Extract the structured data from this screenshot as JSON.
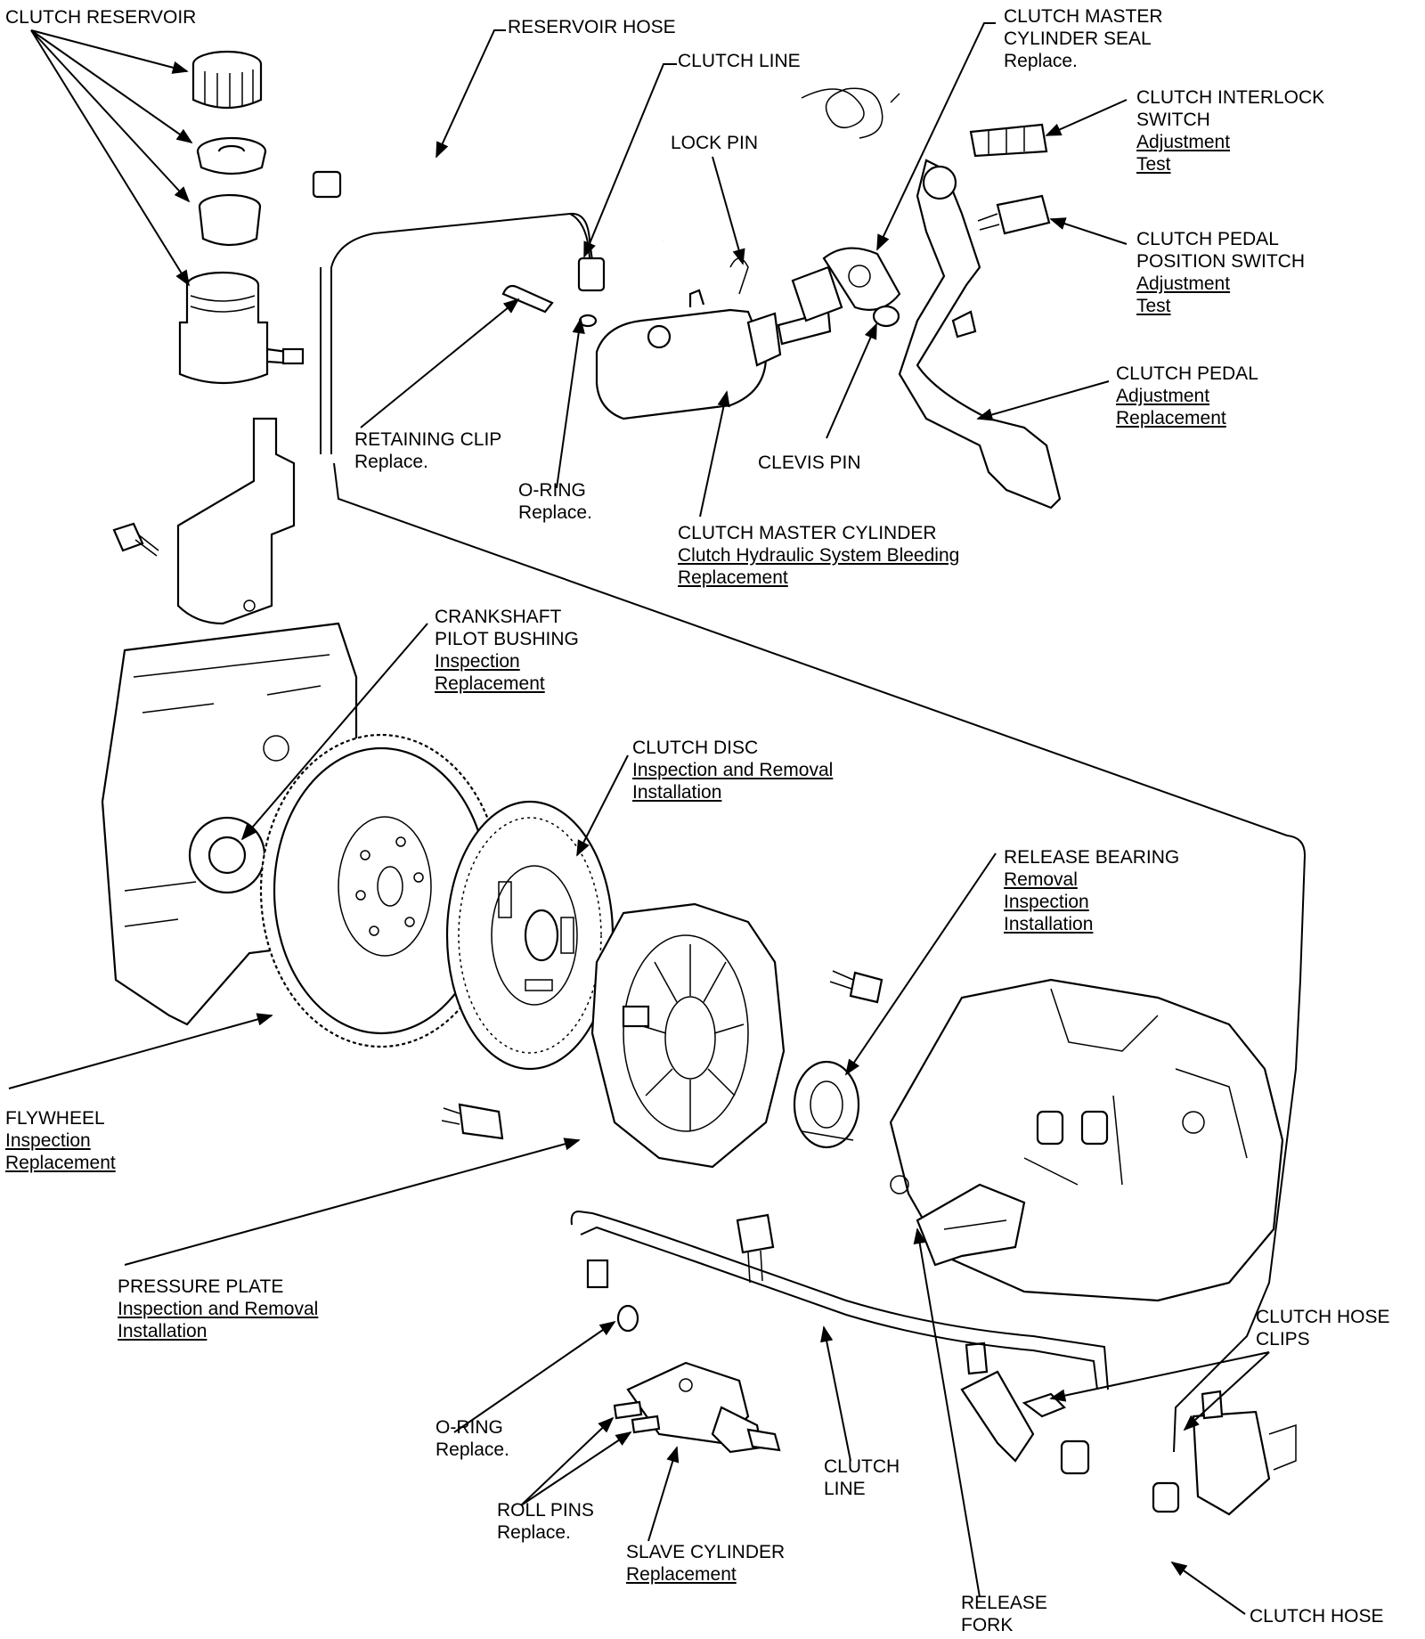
{
  "labels": {
    "clutch_reservoir": {
      "lines": [
        "CLUTCH RESERVOIR"
      ]
    },
    "reservoir_hose": {
      "lines": [
        "RESERVOIR HOSE"
      ]
    },
    "clutch_line_top": {
      "lines": [
        "CLUTCH LINE"
      ]
    },
    "lock_pin": {
      "lines": [
        "LOCK PIN"
      ]
    },
    "master_cyl_seal": {
      "lines": [
        "CLUTCH MASTER",
        "CYLINDER SEAL",
        "Replace."
      ]
    },
    "interlock_switch": {
      "lines": [
        "CLUTCH INTERLOCK",
        "SWITCH"
      ],
      "links": [
        "Adjustment",
        "Test"
      ]
    },
    "pedal_position_switch": {
      "lines": [
        "CLUTCH PEDAL",
        "POSITION SWITCH"
      ],
      "links": [
        "Adjustment",
        "Test"
      ]
    },
    "clutch_pedal": {
      "lines": [
        "CLUTCH PEDAL"
      ],
      "links": [
        "Adjustment",
        "Replacement"
      ]
    },
    "retaining_clip": {
      "lines": [
        "RETAINING CLIP",
        "Replace."
      ]
    },
    "o_ring_top": {
      "lines": [
        "O-RING",
        "Replace."
      ]
    },
    "clevis_pin": {
      "lines": [
        "CLEVIS PIN"
      ]
    },
    "master_cylinder": {
      "lines": [
        "CLUTCH MASTER CYLINDER"
      ],
      "links": [
        "Clutch Hydraulic System Bleeding",
        "Replacement"
      ]
    },
    "pilot_bushing": {
      "lines": [
        "CRANKSHAFT",
        "PILOT BUSHING"
      ],
      "links": [
        "Inspection",
        "Replacement"
      ]
    },
    "clutch_disc": {
      "lines": [
        "CLUTCH DISC"
      ],
      "links": [
        "Inspection and Removal",
        "Installation"
      ]
    },
    "release_bearing": {
      "lines": [
        "RELEASE BEARING"
      ],
      "links": [
        "Removal",
        "Inspection",
        "Installation"
      ]
    },
    "flywheel": {
      "lines": [
        "FLYWHEEL"
      ],
      "links": [
        "Inspection",
        "Replacement"
      ]
    },
    "pressure_plate": {
      "lines": [
        "PRESSURE PLATE"
      ],
      "links": [
        "Inspection and Removal",
        "Installation"
      ]
    },
    "hose_clips": {
      "lines": [
        "CLUTCH HOSE",
        "CLIPS"
      ]
    },
    "o_ring_bottom": {
      "lines": [
        "O-RING",
        "Replace."
      ]
    },
    "roll_pins": {
      "lines": [
        "ROLL PINS",
        "Replace."
      ]
    },
    "clutch_line_bottom": {
      "lines": [
        "CLUTCH",
        "LINE"
      ]
    },
    "slave_cylinder": {
      "lines": [
        "SLAVE CYLINDER"
      ],
      "links": [
        "Replacement"
      ]
    },
    "release_fork": {
      "lines": [
        "RELEASE",
        "FORK"
      ]
    },
    "clutch_hose": {
      "lines": [
        "CLUTCH HOSE"
      ]
    }
  }
}
